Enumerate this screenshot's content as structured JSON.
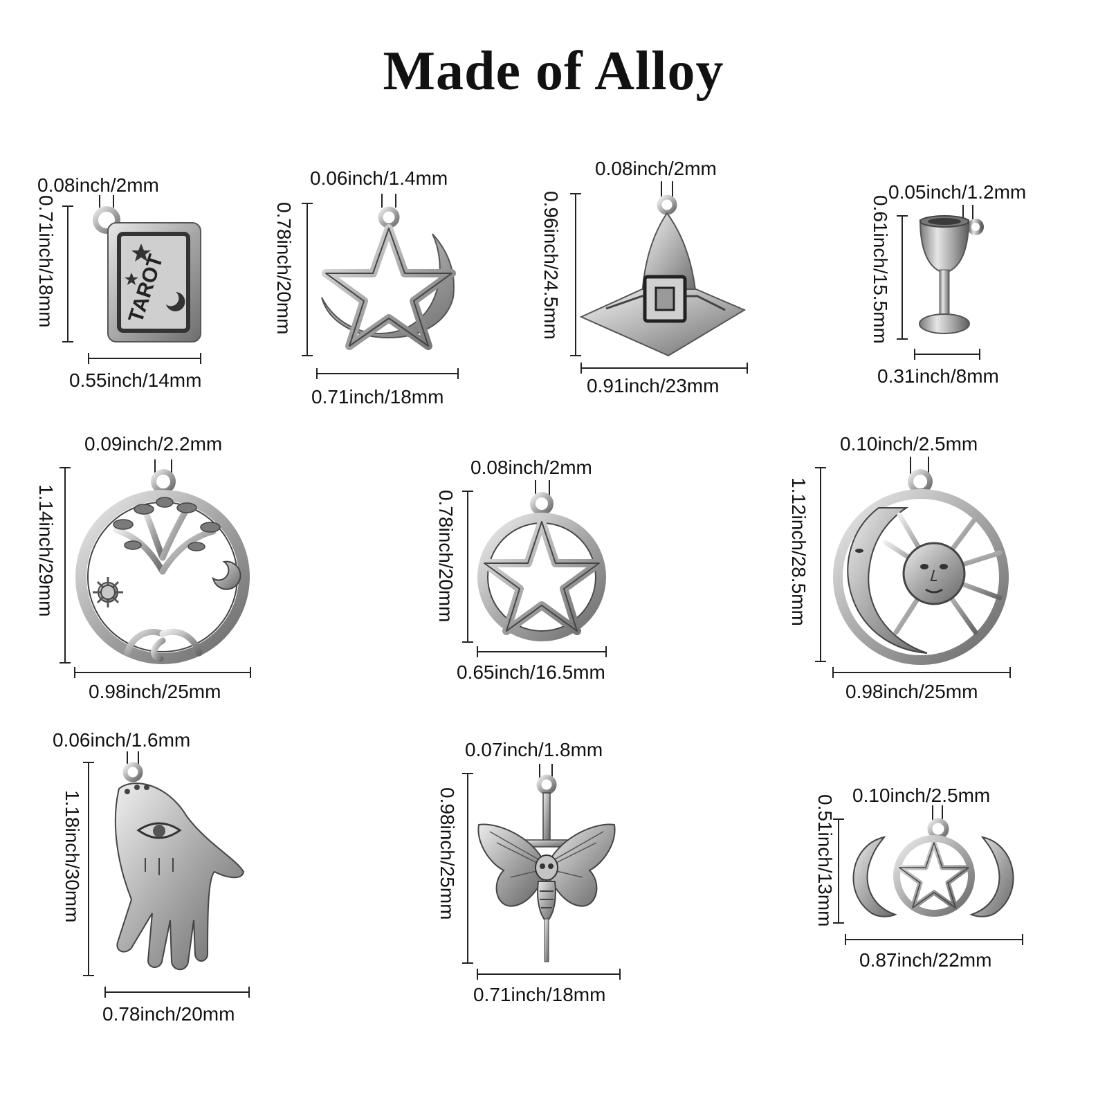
{
  "title": "Made of Alloy",
  "charm_engraving": "TAROT",
  "charms": [
    {
      "name": "tarot card",
      "icon": "tarot-card-icon",
      "hole": "0.08inch/2mm",
      "height": "0.71inch/18mm",
      "width": "0.55inch/14mm"
    },
    {
      "name": "pentagram moon",
      "icon": "pentagram-moon-icon",
      "hole": "0.06inch/1.4mm",
      "height": "0.78inch/20mm",
      "width": "0.71inch/18mm"
    },
    {
      "name": "witch hat",
      "icon": "witch-hat-icon",
      "hole": "0.08inch/2mm",
      "height": "0.96inch/24.5mm",
      "width": "0.91inch/23mm"
    },
    {
      "name": "goblet",
      "icon": "goblet-icon",
      "hole": "0.05inch/1.2mm",
      "height": "0.61inch/15.5mm",
      "width": "0.31inch/8mm"
    },
    {
      "name": "tree of life",
      "icon": "tree-of-life-icon",
      "hole": "0.09inch/2.2mm",
      "height": "1.14inch/29mm",
      "width": "0.98inch/25mm"
    },
    {
      "name": "pentacle",
      "icon": "pentacle-icon",
      "hole": "0.08inch/2mm",
      "height": "0.78inch/20mm",
      "width": "0.65inch/16.5mm"
    },
    {
      "name": "sun and moon",
      "icon": "sun-moon-icon",
      "hole": "0.10inch/2.5mm",
      "height": "1.12inch/28.5mm",
      "width": "0.98inch/25mm"
    },
    {
      "name": "mystic hand",
      "icon": "mystic-hand-icon",
      "hole": "0.06inch/1.6mm",
      "height": "1.18inch/30mm",
      "width": "0.78inch/20mm"
    },
    {
      "name": "death moth",
      "icon": "death-moth-icon",
      "hole": "0.07inch/1.8mm",
      "height": "0.98inch/25mm",
      "width": "0.71inch/18mm"
    },
    {
      "name": "triple moon",
      "icon": "triple-moon-icon",
      "hole": "0.10inch/2.5mm",
      "height": "0.51inch/13mm",
      "width": "0.87inch/22mm"
    }
  ],
  "colors": {
    "metal": "#b4b4b4",
    "metal_dark": "#5a5a5a",
    "line": "#222222",
    "background": "#ffffff"
  }
}
